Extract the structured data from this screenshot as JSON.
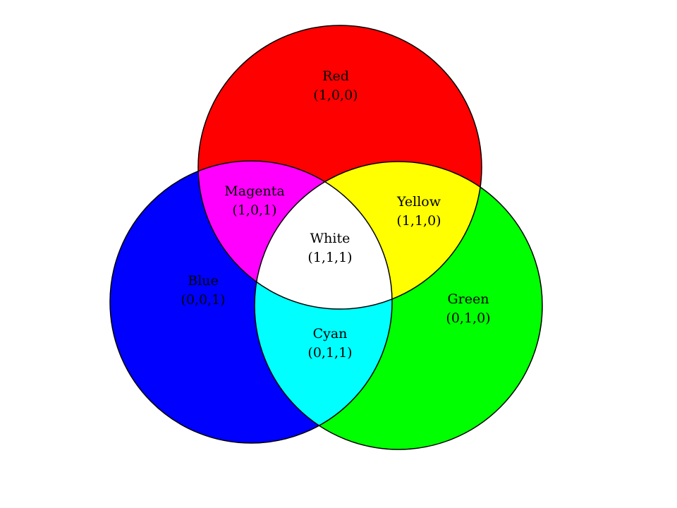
{
  "regions": {
    "red": {
      "name": "Red",
      "value": "(1,0,0)",
      "color": "#ff0000"
    },
    "green": {
      "name": "Green",
      "value": "(0,1,0)",
      "color": "#00ff00"
    },
    "blue": {
      "name": "Blue",
      "value": "(0,0,1)",
      "color": "#0000ff"
    },
    "magenta": {
      "name": "Magenta",
      "value": "(1,0,1)",
      "color": "#ff00ff"
    },
    "yellow": {
      "name": "Yellow",
      "value": "(1,1,0)",
      "color": "#ffff00"
    },
    "cyan": {
      "name": "Cyan",
      "value": "(0,1,1)",
      "color": "#00ffff"
    },
    "white": {
      "name": "White",
      "value": "(1,1,1)",
      "color": "#ffffff"
    }
  }
}
